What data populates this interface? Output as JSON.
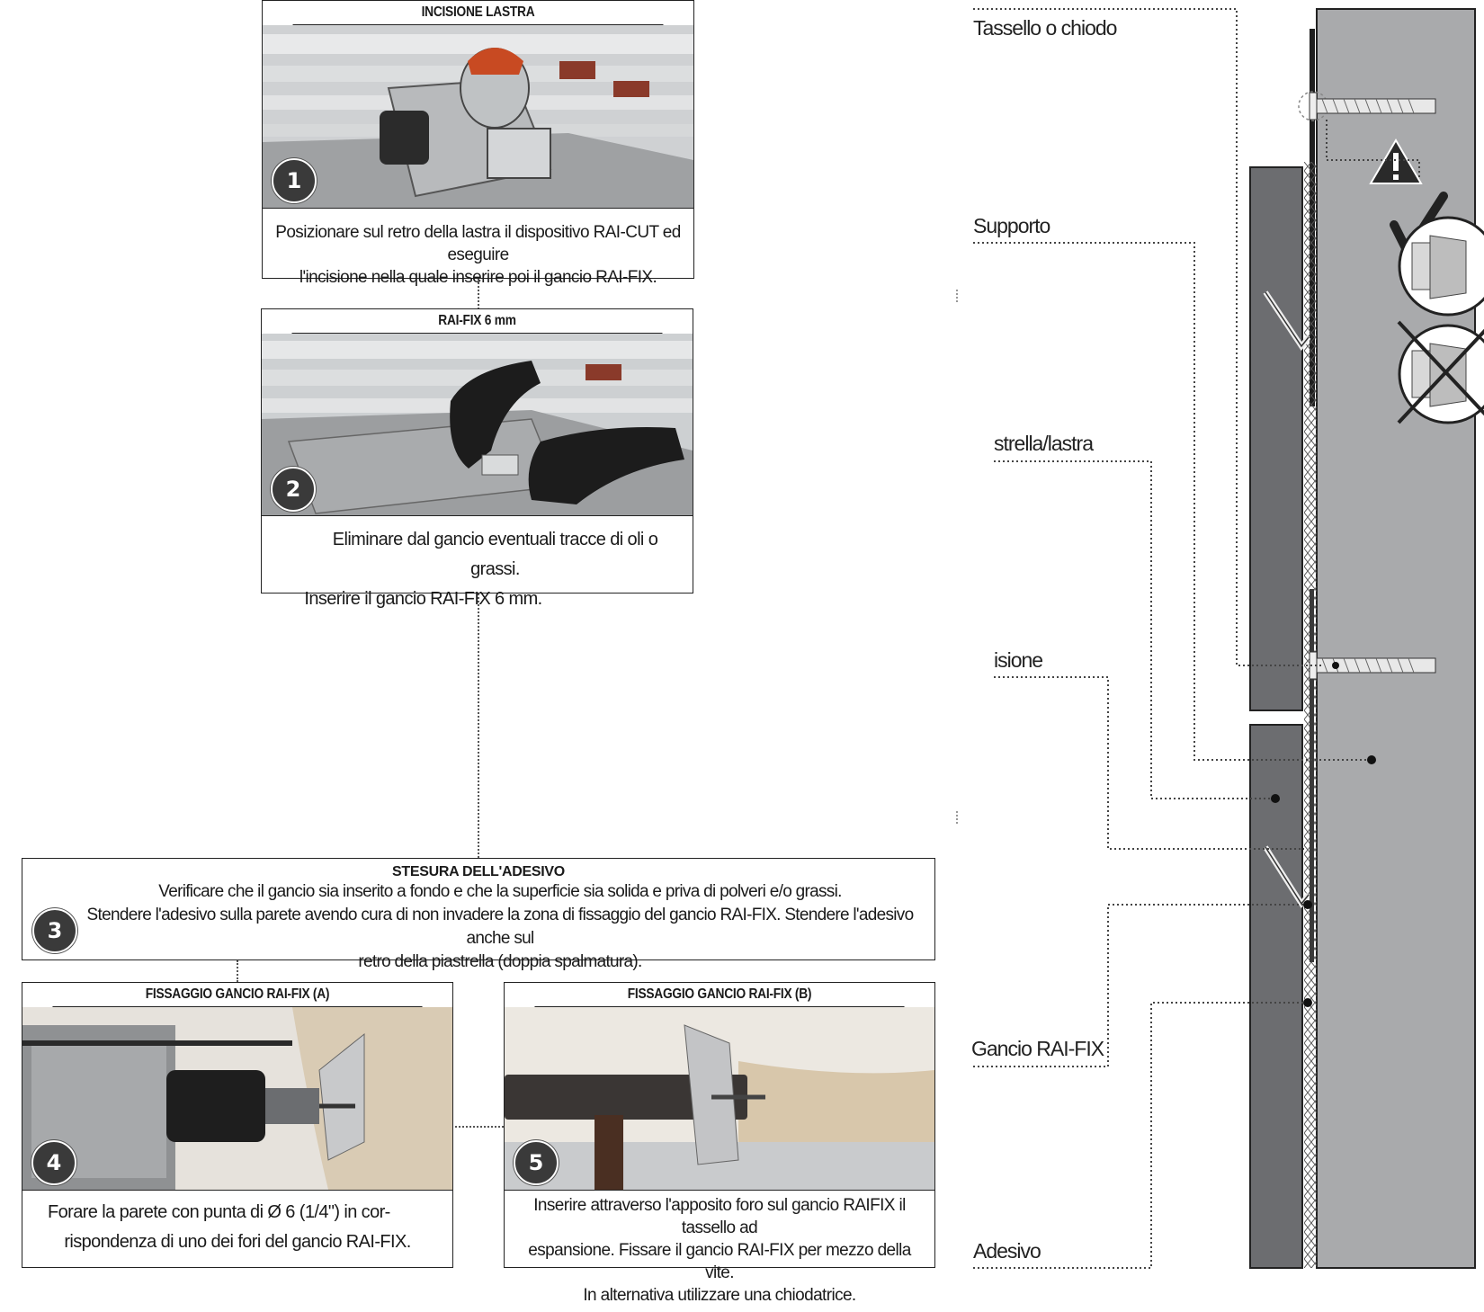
{
  "steps": [
    {
      "number": "1",
      "title": "INCISIONE LASTRA",
      "caption": [
        "Posizionare sul retro della lastra il dispositivo RAI-CUT ed eseguire",
        "l'incisione nella quale inserire poi il gancio RAI-FIX."
      ]
    },
    {
      "number": "2",
      "title": "RAI-FIX 6 mm",
      "caption": [
        "Eliminare dal gancio eventuali tracce di oli o grassi.",
        "Inserire il gancio RAI-FIX 6 mm."
      ]
    },
    {
      "number": "3",
      "title": "STESURA DELL'ADESIVO",
      "caption": [
        "Verificare che il gancio sia inserito a fondo e che la superficie sia solida e priva di polveri e/o grassi.",
        "Stendere l'adesivo sulla parete avendo cura di non invadere la zona di fissaggio del gancio RAI-FIX. Stendere l'adesivo anche sul",
        "retro della piastrella (doppia spalmatura)."
      ]
    },
    {
      "number": "4",
      "title": "FISSAGGIO GANCIO RAI-FIX (A)",
      "caption": [
        "Forare la parete con punta di Ø 6 (1/4\") in cor-",
        "rispondenza di uno dei fori del gancio RAI-FIX."
      ]
    },
    {
      "number": "5",
      "title": "FISSAGGIO GANCIO RAI-FIX (B)",
      "caption": [
        "Inserire attraverso l'apposito foro sul gancio RAIFIX il tassello ad",
        "espansione. Fissare il gancio RAI-FIX per mezzo della vite.",
        "In alternativa utilizzare una chiodatrice."
      ]
    }
  ],
  "diagram": {
    "labels": {
      "tassello": "Tassello o chiodo",
      "supporto": "Supporto",
      "piastrella": "strella/lastra",
      "incisione": "isione",
      "gancio": "Gancio RAI-FIX",
      "adesivo": "Adesivo"
    },
    "icons": [
      "warning-icon",
      "correct-check-icon",
      "wrong-cross-icon"
    ]
  },
  "colors": {
    "wall": "#a9aaac",
    "tile": "#6c6d70",
    "outline": "#222222",
    "badge": "#3a3a3a"
  }
}
